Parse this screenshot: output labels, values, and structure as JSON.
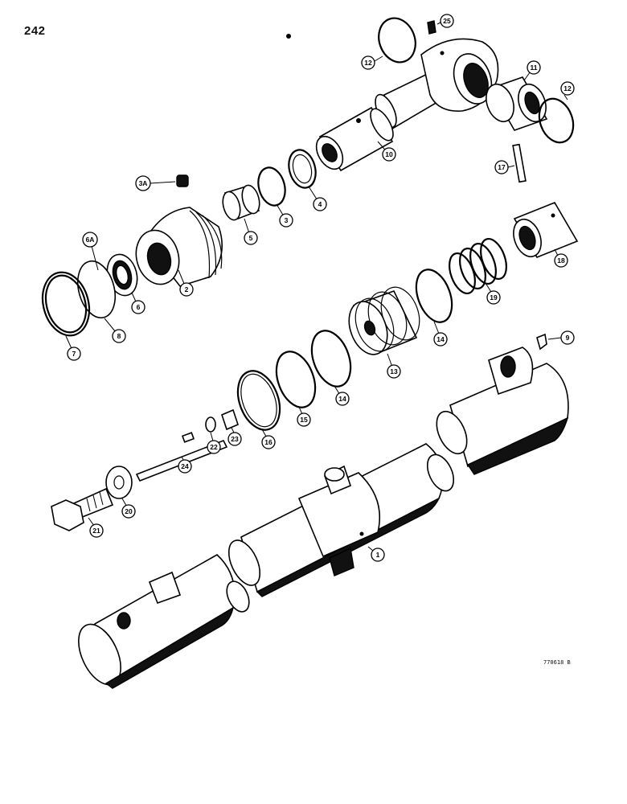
{
  "page": {
    "number": "242",
    "figure_code": "770618 B"
  },
  "callouts": [
    {
      "id": "1",
      "label": "1"
    },
    {
      "id": "2",
      "label": "2"
    },
    {
      "id": "3",
      "label": "3"
    },
    {
      "id": "3A",
      "label": "3A"
    },
    {
      "id": "4",
      "label": "4"
    },
    {
      "id": "5",
      "label": "5"
    },
    {
      "id": "6",
      "label": "6"
    },
    {
      "id": "6A",
      "label": "6A"
    },
    {
      "id": "7",
      "label": "7"
    },
    {
      "id": "8",
      "label": "8"
    },
    {
      "id": "9",
      "label": "9"
    },
    {
      "id": "10",
      "label": "10"
    },
    {
      "id": "11",
      "label": "11"
    },
    {
      "id": "12a",
      "label": "12"
    },
    {
      "id": "12b",
      "label": "12"
    },
    {
      "id": "13",
      "label": "13"
    },
    {
      "id": "14a",
      "label": "14"
    },
    {
      "id": "14b",
      "label": "14"
    },
    {
      "id": "15",
      "label": "15"
    },
    {
      "id": "16",
      "label": "16"
    },
    {
      "id": "17",
      "label": "17"
    },
    {
      "id": "18",
      "label": "18"
    },
    {
      "id": "19",
      "label": "19"
    },
    {
      "id": "20",
      "label": "20"
    },
    {
      "id": "21",
      "label": "21"
    },
    {
      "id": "22",
      "label": "22"
    },
    {
      "id": "23",
      "label": "23"
    },
    {
      "id": "24",
      "label": "24"
    },
    {
      "id": "25",
      "label": "25"
    }
  ]
}
